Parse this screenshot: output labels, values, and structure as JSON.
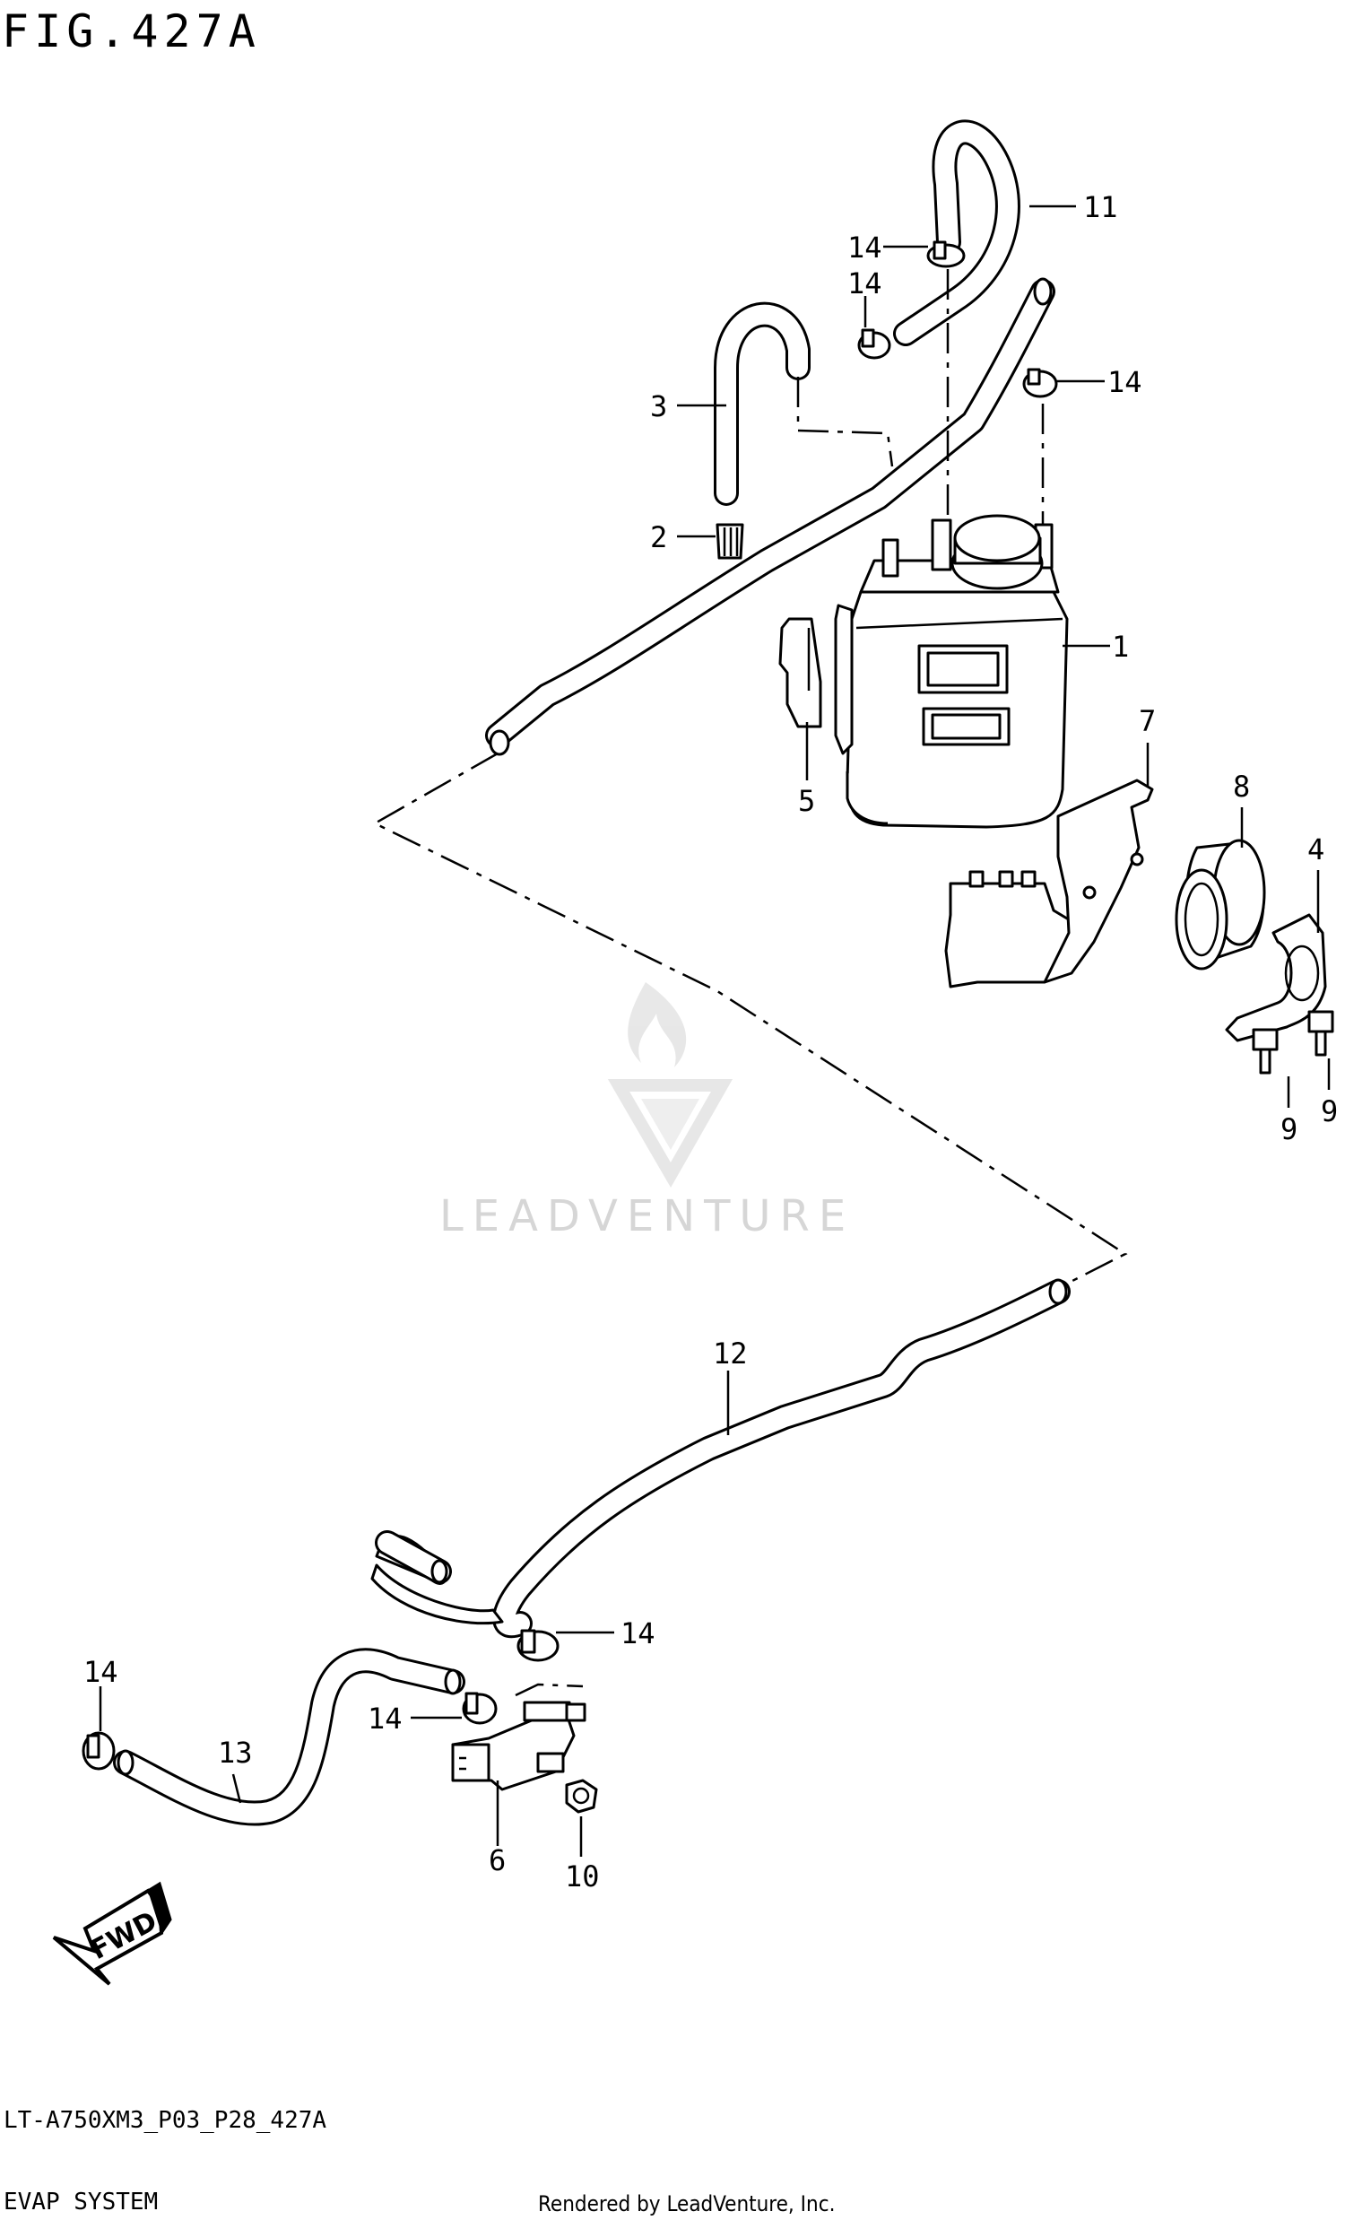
{
  "figure_title": "FIG.427A",
  "model_code": "LT-A750XM3_P03_P28_427A",
  "section_name": "EVAP SYSTEM",
  "credit": "Rendered by LeadVenture, Inc.",
  "watermark": "LEADVENTURE",
  "callouts": {
    "c1": "1",
    "c2": "2",
    "c3": "3",
    "c4": "4",
    "c5": "5",
    "c6": "6",
    "c7": "7",
    "c8": "8",
    "c9a": "9",
    "c9b": "9",
    "c10": "10",
    "c11": "11",
    "c12": "12",
    "c13": "13",
    "c14a": "14",
    "c14b": "14",
    "c14c": "14",
    "c14d": "14",
    "c14e": "14",
    "c14f": "14"
  },
  "fwd_label": "FWD"
}
